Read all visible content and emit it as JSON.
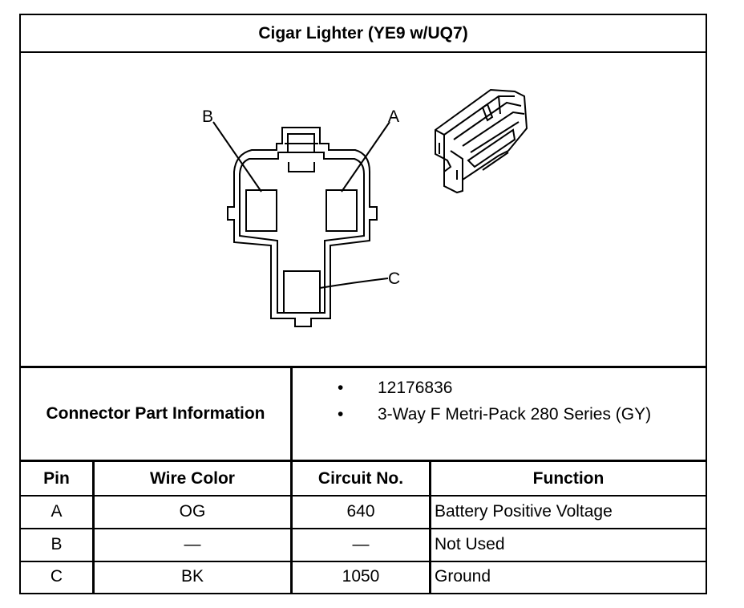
{
  "title": "Cigar Lighter (YE9 w/UQ7)",
  "diagram": {
    "pin_labels": [
      "A",
      "B",
      "C"
    ]
  },
  "connector_info": {
    "label": "Connector Part Information",
    "items": [
      "12176836",
      "3-Way F Metri-Pack 280 Series (GY)"
    ],
    "bullet": "•"
  },
  "table": {
    "headers": {
      "pin": "Pin",
      "wire_color": "Wire Color",
      "circuit_no": "Circuit No.",
      "function": "Function"
    },
    "rows": [
      {
        "pin": "A",
        "wire_color": "OG",
        "circuit_no": "640",
        "function": "Battery Positive Voltage"
      },
      {
        "pin": "B",
        "wire_color": "—",
        "circuit_no": "—",
        "function": "Not Used"
      },
      {
        "pin": "C",
        "wire_color": "BK",
        "circuit_no": "1050",
        "function": "Ground"
      }
    ]
  }
}
